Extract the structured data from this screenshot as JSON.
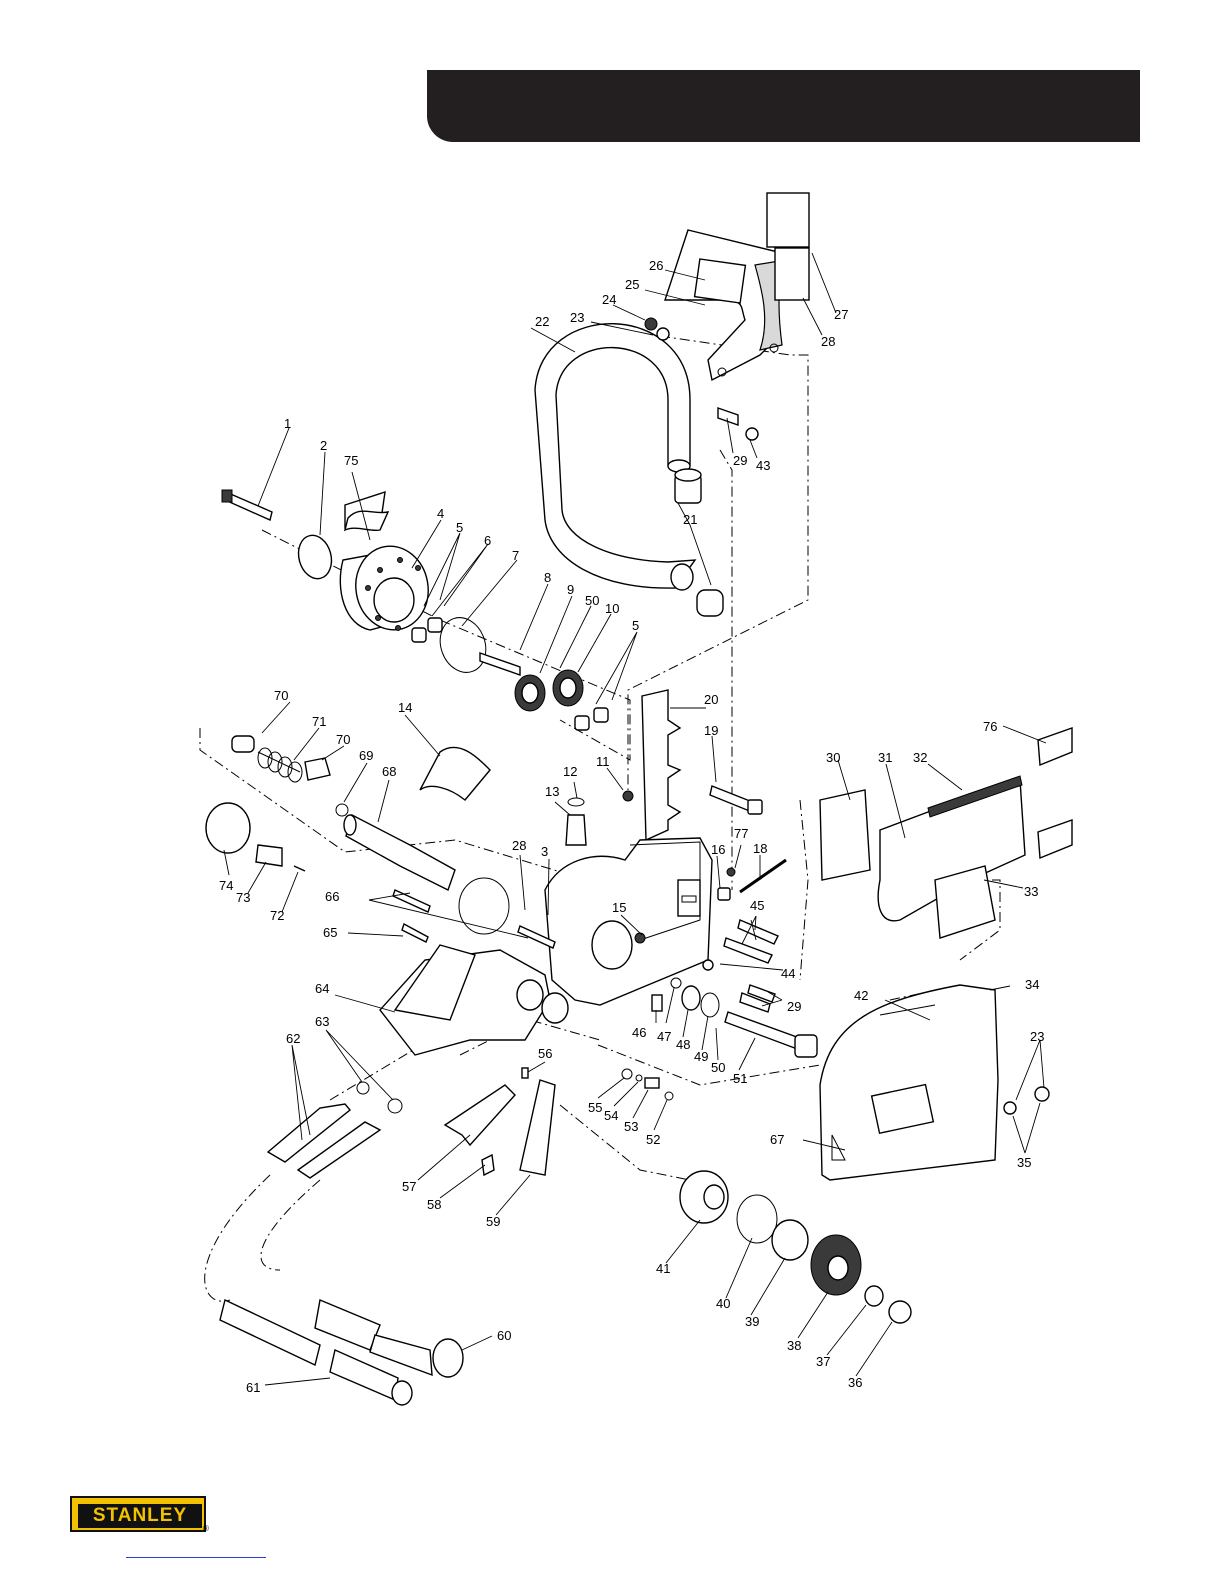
{
  "brand": {
    "logo_text": "STANLEY",
    "registered_mark": "®"
  },
  "header": {
    "color": "#231f20"
  },
  "footer": {
    "link_color": "#2a3fd4"
  },
  "part_labels": [
    "1",
    "2",
    "3",
    "4",
    "5",
    "5",
    "6",
    "7",
    "8",
    "9",
    "10",
    "11",
    "12",
    "13",
    "14",
    "15",
    "16",
    "18",
    "19",
    "20",
    "21",
    "22",
    "23",
    "23",
    "24",
    "25",
    "26",
    "27",
    "28",
    "28",
    "29",
    "29",
    "30",
    "31",
    "32",
    "33",
    "34",
    "35",
    "36",
    "37",
    "38",
    "39",
    "40",
    "41",
    "42",
    "43",
    "44",
    "45",
    "46",
    "47",
    "48",
    "49",
    "50",
    "50",
    "51",
    "52",
    "53",
    "54",
    "55",
    "56",
    "57",
    "58",
    "59",
    "60",
    "61",
    "62",
    "63",
    "64",
    "65",
    "66",
    "67",
    "68",
    "69",
    "70",
    "70",
    "71",
    "72",
    "73",
    "74",
    "75",
    "76",
    "77"
  ]
}
